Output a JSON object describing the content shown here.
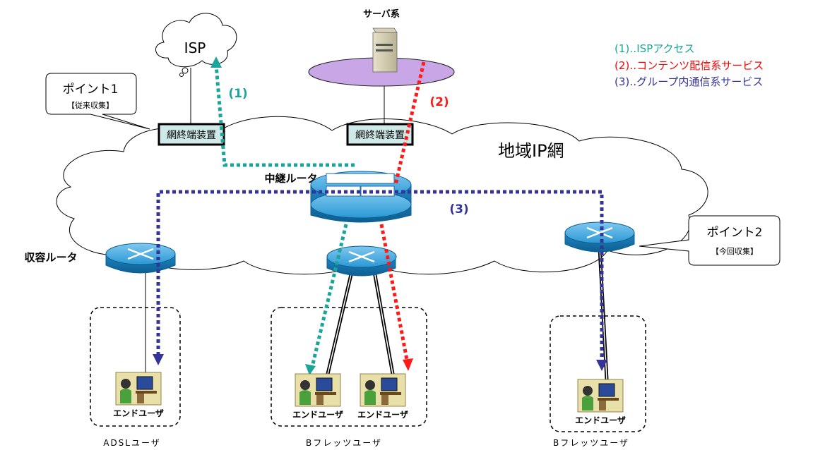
{
  "labels": {
    "server_group": "サーバ系",
    "isp": "ISP",
    "regional_net": "地域IP網",
    "relay_router": "中継ルータ",
    "access_router": "収容ルータ",
    "nte_left": "網終端装置",
    "nte_center": "網終端装置"
  },
  "callouts": {
    "point1_title": "ポイント1",
    "point1_sub": "【従来収集】",
    "point2_title": "ポイント2",
    "point2_sub": "【今回収集】"
  },
  "flows": {
    "f1": "(1)",
    "f2": "(2)",
    "f3": "(3)"
  },
  "legend": [
    {
      "text": "(1)‥ISPアクセス",
      "color": "#1aa59a"
    },
    {
      "text": "(2)‥コンテンツ配信系サービス",
      "color": "#ff0000"
    },
    {
      "text": "(3)‥グループ内通信系サービス",
      "color": "#333399"
    }
  ],
  "end_user": "エンドユーザ",
  "groups": {
    "adsl": "ADSLユーザ",
    "bflets_center": "Bフレッツユーザ",
    "bflets_right": "Bフレッツユーザ"
  },
  "colors": {
    "flow1": "#1aa59a",
    "flow2": "#ff1a1a",
    "flow3": "#333399",
    "router": "#1c8fcf",
    "nte_fill": "#cfe9e9",
    "server_disc": "#c9a7e6"
  }
}
